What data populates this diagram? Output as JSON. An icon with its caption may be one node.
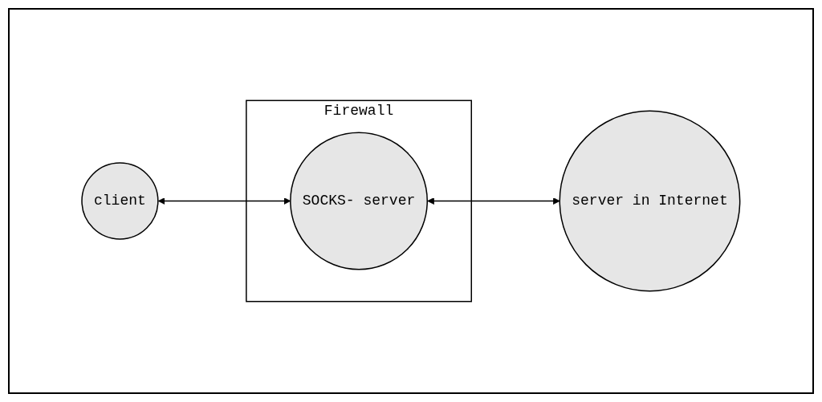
{
  "diagram": {
    "nodes": [
      {
        "text": [
          "client"
        ]
      },
      {
        "text": [
          "Firewall"
        ]
      },
      {
        "text": [
          "SOCKS- server"
        ],
        "in": 1
      },
      {
        "text": [
          "server in Internet"
        ]
      }
    ],
    "edges": [
      {
        "from": 0,
        "to": 2,
        "arrow": "both"
      },
      {
        "from": 2,
        "to": 3,
        "arrow": "both"
      }
    ]
  }
}
